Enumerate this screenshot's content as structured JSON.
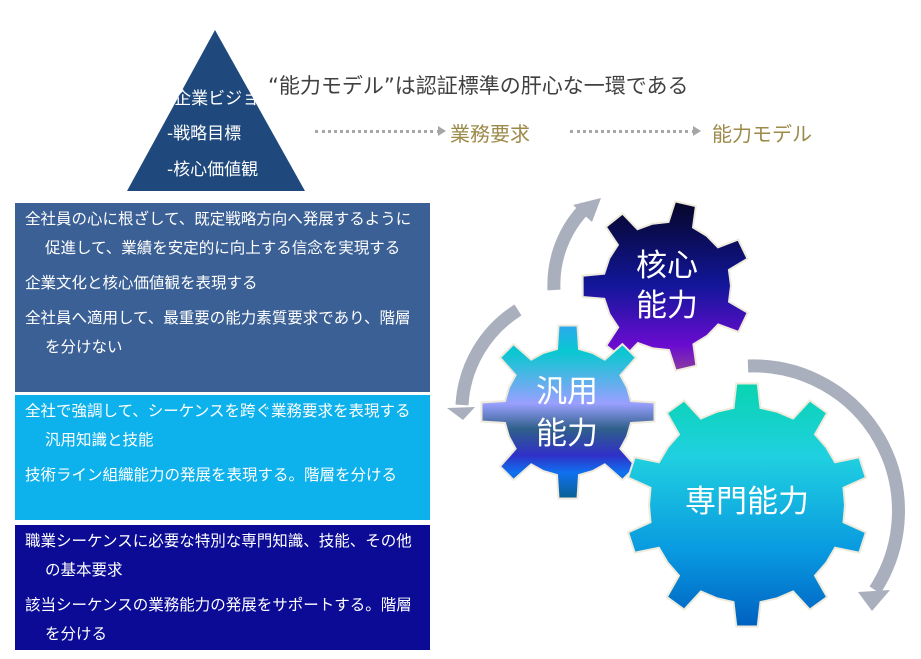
{
  "pyramid": {
    "lines": [
      "-企業ビジョン",
      "-戦略目標",
      "-核心価値観"
    ]
  },
  "headline": "“能力モデル”は認証標準の肝心な一環である",
  "flow": {
    "step1": "業務要求",
    "step2": "能力モデル"
  },
  "boxes": [
    {
      "items": [
        "全社員の心に根ざして、既定戦略方向へ発展するように促進して、業績を安定的に向上する信念を実現する",
        "企業文化と核心価値観を表現する",
        "全社員へ適用して、最重要の能力素質要求であり、階層を分けない"
      ]
    },
    {
      "items": [
        "全社で強調して、シーケンスを跨ぐ業務要求を表現する汎用知識と技能",
        "技術ライン組織能力の発展を表現する。階層を分ける"
      ]
    },
    {
      "items": [
        "職業シーケンスに必要な特別な専門知識、技能、その他の基本要求",
        "該当シーケンスの業務能力の発展をサポートする。階層を分ける"
      ]
    }
  ],
  "gears": {
    "core": [
      "核心",
      "能力"
    ],
    "general": [
      "汎用",
      "能力"
    ],
    "specialist": "専門能力"
  },
  "colors": {
    "pyramid": "#1f497d",
    "box1": "#3b6095",
    "box2": "#0db2ec",
    "box3": "#0b0b96",
    "arrow": "#a9afbd",
    "gold": "#9c8a4a"
  }
}
